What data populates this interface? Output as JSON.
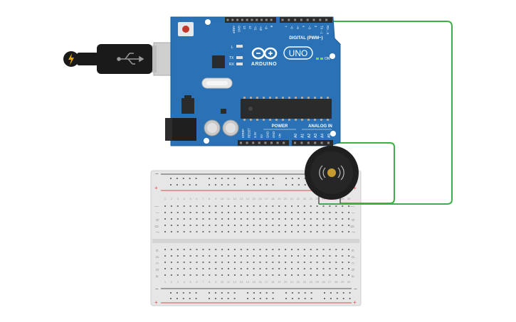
{
  "board": {
    "brand_text": "ARDUINO",
    "model_text": "UNO",
    "digital_header_label": "DIGITAL (PWM~)",
    "power_label": "POWER",
    "analog_label": "ANALOG IN",
    "on_label": "ON",
    "led_labels": [
      "L",
      "TX",
      "RX"
    ],
    "top_pin_labels": [
      "AREF",
      "GND",
      "13",
      "12",
      "~11",
      "~10",
      "~9",
      "8",
      "7",
      "~6",
      "~5",
      "4",
      "~3",
      "2",
      "TX→1",
      "RX←0"
    ],
    "power_pin_labels": [
      "IOREF",
      "RESET",
      "3.3V",
      "5V",
      "GND",
      "GND",
      "Vin"
    ],
    "analog_pin_labels": [
      "A0",
      "A1",
      "A2",
      "A3",
      "A4",
      "A5"
    ],
    "colors": {
      "pcb": "#2a72b5",
      "pcb_dark": "#1e5a93",
      "header": "#2b2b2b",
      "text": "#ffffff"
    }
  },
  "usb_cable": {
    "icon": "usb-icon",
    "colors": {
      "plug": "#1a1a1a",
      "connector": "#c9c9c9",
      "lightning": "#e0a800"
    }
  },
  "buzzer": {
    "icon": "piezo-buzzer-icon",
    "colors": {
      "body": "#1f1f1f",
      "center": "#c89b30"
    }
  },
  "wires": {
    "color": "#3fae49"
  },
  "breadboard": {
    "top_rows": [
      "j",
      "i",
      "h",
      "g",
      "f"
    ],
    "bottom_rows": [
      "e",
      "d",
      "c",
      "b",
      "a"
    ],
    "columns": [
      "1",
      "2",
      "3",
      "4",
      "5",
      "6",
      "7",
      "8",
      "9",
      "10",
      "11",
      "12",
      "13",
      "14",
      "15",
      "16",
      "17",
      "18",
      "19",
      "20",
      "21",
      "22",
      "23",
      "24",
      "25",
      "26",
      "27",
      "28",
      "29",
      "30"
    ],
    "rail_plus": "+",
    "rail_minus": "−",
    "colors": {
      "board": "#e6e6e6",
      "hole": "#6f6f6f",
      "rail_red": "#d94a4a",
      "rail_black": "#555555",
      "label": "#9a9a9a"
    }
  }
}
